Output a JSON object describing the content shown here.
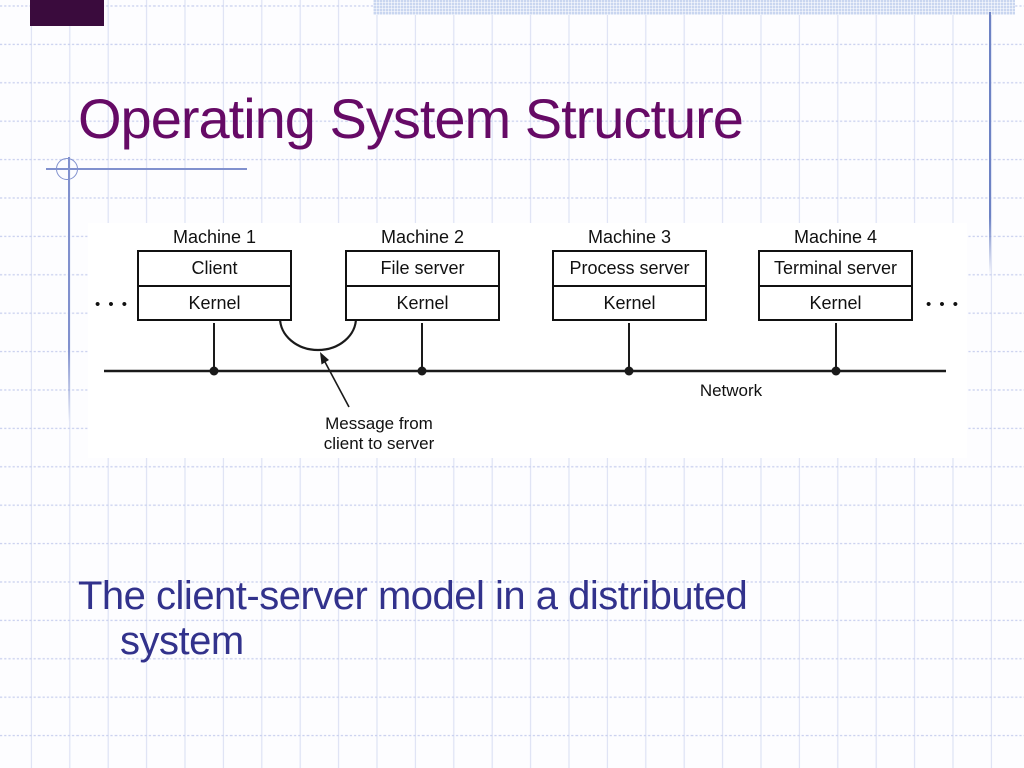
{
  "slide": {
    "title": "Operating System Structure",
    "caption_line1": "The client-server model in a distributed",
    "caption_line2": "system"
  },
  "diagram": {
    "machines": [
      {
        "name": "Machine 1",
        "top": "Client",
        "bottom": "Kernel"
      },
      {
        "name": "Machine 2",
        "top": "File server",
        "bottom": "Kernel"
      },
      {
        "name": "Machine 3",
        "top": "Process server",
        "bottom": "Kernel"
      },
      {
        "name": "Machine 4",
        "top": "Terminal server",
        "bottom": "Kernel"
      }
    ],
    "network_label": "Network",
    "message_label_line1": "Message from",
    "message_label_line2": "client to server",
    "ellipsis_left": "• • •",
    "ellipsis_right": "• • •"
  },
  "colors": {
    "title": "#660a66",
    "caption": "#32328c",
    "accent_line": "#8191ce",
    "top_bar": "#c9d6f0",
    "corner_box": "#3a0b3d",
    "diagram_ink": "#1a1a1a"
  }
}
